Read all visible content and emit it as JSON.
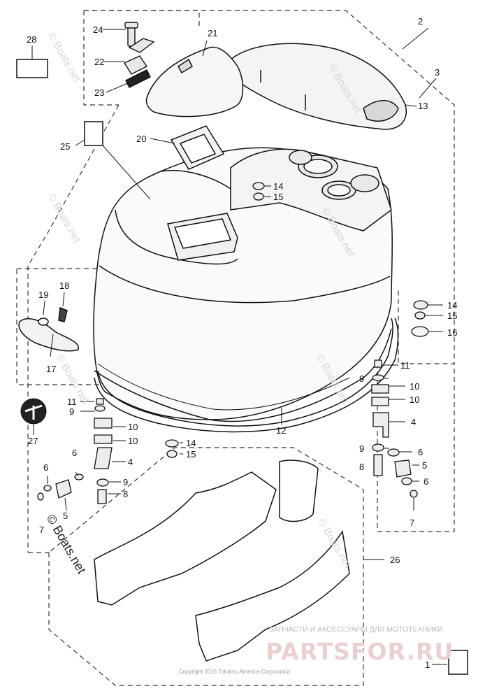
{
  "callouts": [
    "1",
    "2",
    "3",
    "4",
    "5",
    "6",
    "7",
    "8",
    "9",
    "10",
    "11",
    "12",
    "13",
    "14",
    "15",
    "16",
    "17",
    "18",
    "19",
    "20",
    "21",
    "22",
    "23",
    "24",
    "25",
    "26",
    "27",
    "28"
  ],
  "watermark": {
    "text": "© Boats.net",
    "dark_text": "© Boats.net"
  },
  "copyright": "Copyright 2016 Tohatsu America Corporation",
  "promo": {
    "line": "ЗАПЧАСТИ И АКСЕССУАРЫ ДЛЯ МОТОТЕХНИКИ",
    "brand": "PARTSFOR.RU"
  },
  "colors": {
    "line": "#111111",
    "dash": "#333333",
    "watermark": "#d6d6d6",
    "brand": "#ead0d0"
  }
}
